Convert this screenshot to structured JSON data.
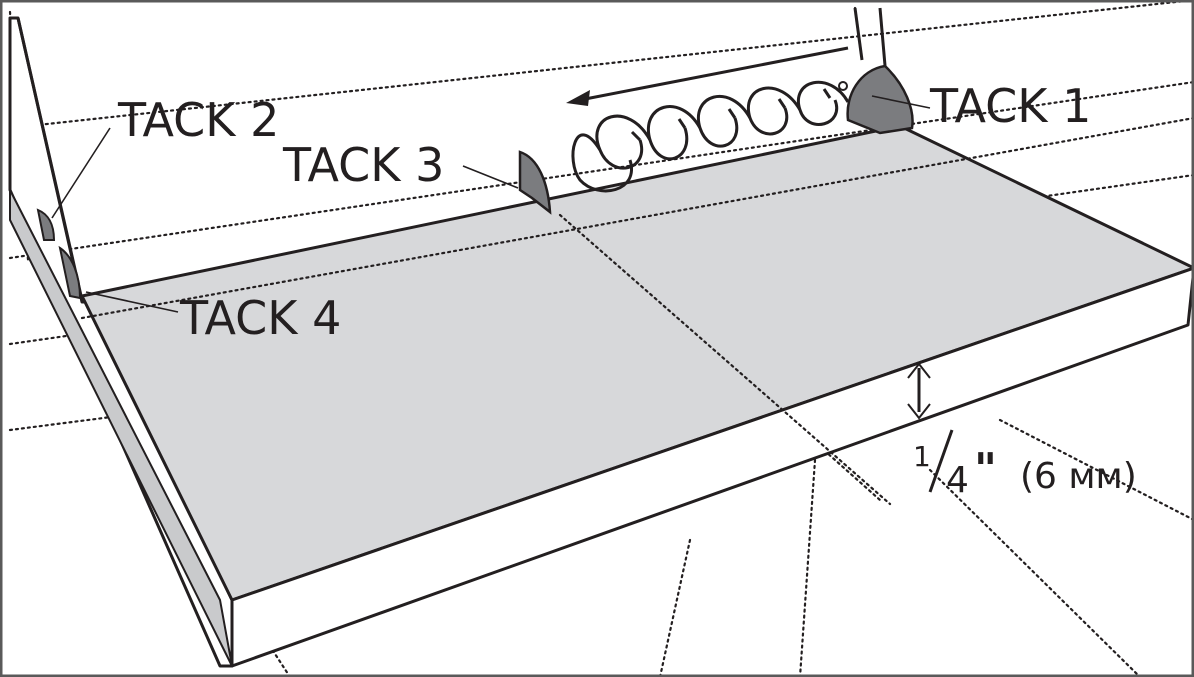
{
  "labels": {
    "tack1": "TACK 1",
    "tack2": "TACK 2",
    "tack3": "TACK 3",
    "tack4": "TACK 4"
  },
  "dimension": {
    "numerator": "1",
    "denominator": "4",
    "inch_mark": "\"",
    "metric": "(6 мм)"
  },
  "colors": {
    "plate_top": "#d7d8da",
    "plate_side": "#ffffff",
    "tack_fill": "#7b7c7f",
    "line": "#231f20",
    "frame": "#5a5a5a"
  }
}
